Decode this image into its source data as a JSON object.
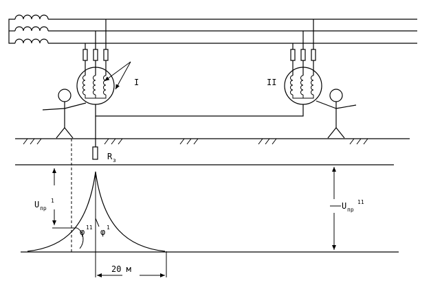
{
  "labels": {
    "transformer_1": "I",
    "transformer_2": "II",
    "resistance_main": "R",
    "resistance_sub": "з",
    "voltage_1_main": "U",
    "voltage_1_sub": "пр",
    "voltage_1_sup": "1",
    "voltage_2_main": "U",
    "voltage_2_sub": "пр",
    "voltage_2_sup": "11",
    "angle_1_main": "φ",
    "angle_1_sup": "1",
    "angle_2_main": "φ",
    "angle_2_sup": "11",
    "distance": "20 м"
  }
}
